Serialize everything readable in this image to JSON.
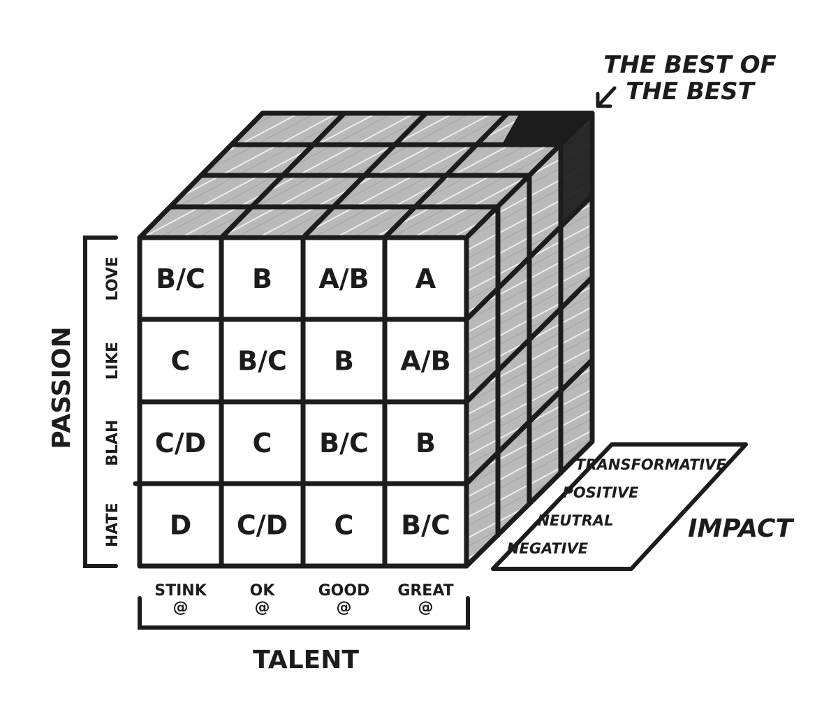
{
  "callout": {
    "line1": "THE BEST OF",
    "line2": "THE BEST"
  },
  "passion": {
    "title": "PASSION",
    "levels": [
      "LOVE",
      "LIKE",
      "BLAH",
      "HATE"
    ]
  },
  "talent": {
    "title": "TALENT",
    "levels": [
      {
        "line1": "STINK",
        "line2": "@"
      },
      {
        "line1": "OK",
        "line2": "@"
      },
      {
        "line1": "GOOD",
        "line2": "@"
      },
      {
        "line1": "GREAT",
        "line2": "@"
      }
    ]
  },
  "impact": {
    "title": "IMPACT",
    "levels": [
      "TRANSFORMATIVE",
      "POSITIVE",
      "NEUTRAL",
      "NEGATIVE"
    ]
  },
  "grid": [
    [
      "B/C",
      "B",
      "A/B",
      "A"
    ],
    [
      "C",
      "B/C",
      "B",
      "A/B"
    ],
    [
      "C/D",
      "C",
      "B/C",
      "B"
    ],
    [
      "D",
      "C/D",
      "C",
      "B/C"
    ]
  ],
  "colors": {
    "ink": "#1c1c1c",
    "shade": "#b9b9b9",
    "dark": "#1c1c1c",
    "paper": "#ffffff"
  }
}
